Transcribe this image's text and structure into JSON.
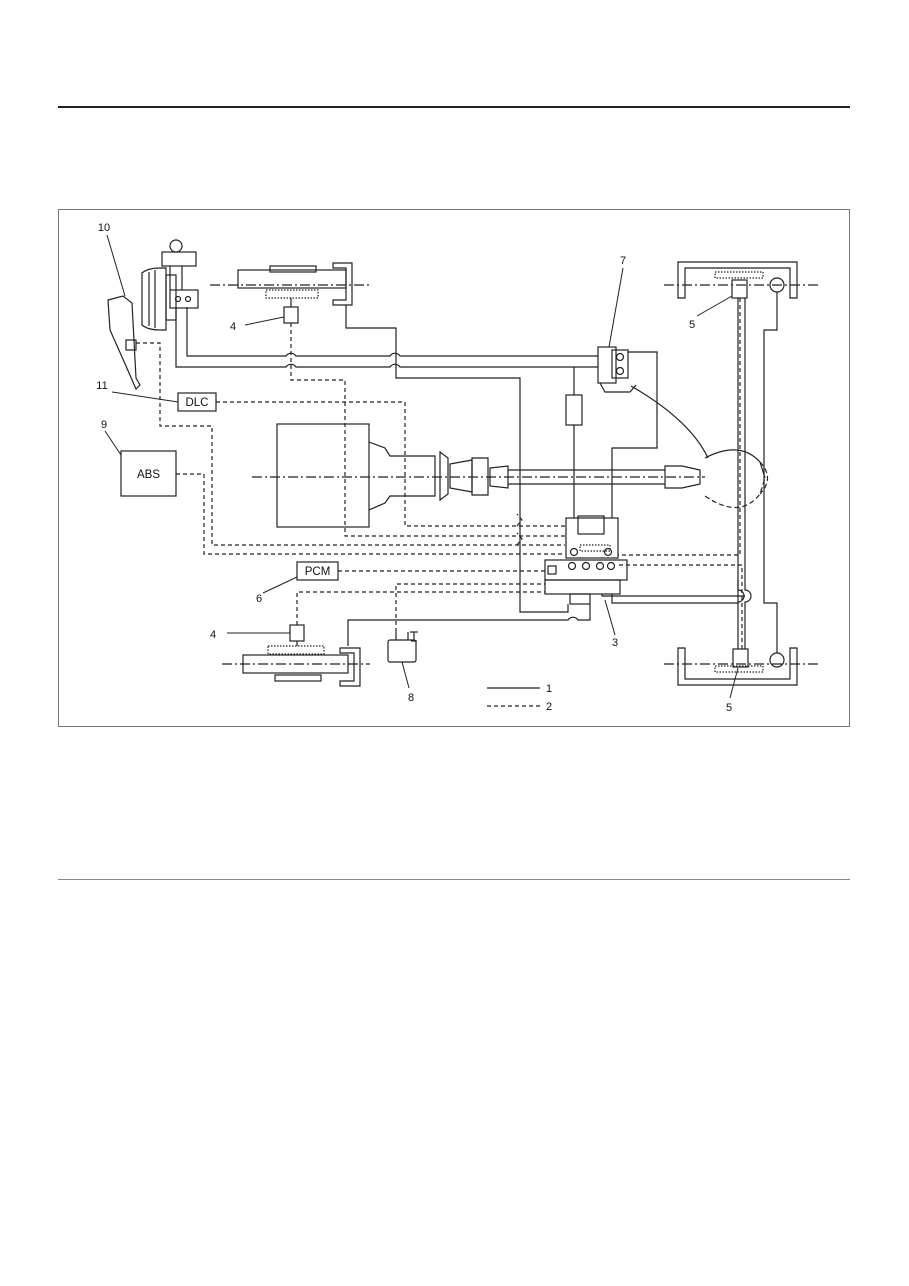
{
  "diagram": {
    "callouts": [
      "1",
      "2",
      "3",
      "4",
      "5",
      "6",
      "7",
      "8",
      "9",
      "10",
      "11"
    ],
    "boxes": {
      "abs": "ABS",
      "dlc": "DLC",
      "pcm": "PCM"
    },
    "legend": [
      {
        "number": "1",
        "line": "solid"
      },
      {
        "number": "2",
        "line": "dashed"
      }
    ]
  }
}
